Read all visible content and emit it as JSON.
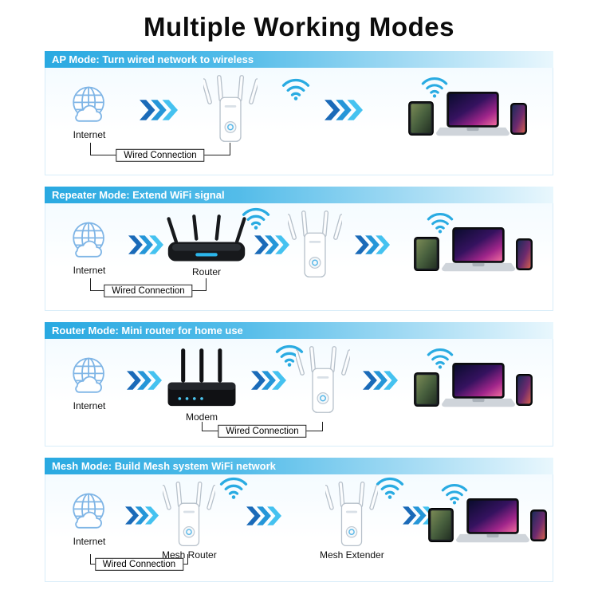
{
  "title": "Multiple Working Modes",
  "colors": {
    "header_gradient_start": "#29a9e1",
    "arrow_dark": "#1a6ab8",
    "arrow_mid": "#2596d8",
    "arrow_light": "#45c2f0",
    "wifi": "#29abe2",
    "globe_stroke": "#7fb5e6",
    "bracket_line": "#222222"
  },
  "icons": {
    "internet": "internet-globe-icon",
    "arrows": "chevron-arrows-icon",
    "wifi": "wifi-signal-icon",
    "extender": "wifi-extender-icon",
    "router": "router-icon",
    "modem": "modem-icon",
    "tablet": "tablet-icon",
    "laptop": "laptop-icon",
    "phone": "smartphone-icon"
  },
  "panels": [
    {
      "header": "AP Mode: Turn wired network to wireless",
      "internet": "Internet",
      "wired": "Wired Connection"
    },
    {
      "header": "Repeater Mode: Extend WiFi signal",
      "internet": "Internet",
      "router": "Router",
      "wired": "Wired Connection"
    },
    {
      "header": "Router Mode: Mini router for home use",
      "internet": "Internet",
      "modem": "Modem",
      "wired": "Wired Connection"
    },
    {
      "header": "Mesh Mode: Build Mesh system WiFi network",
      "internet": "Internet",
      "mesh_router": "Mesh Router",
      "mesh_extender": "Mesh Extender",
      "wired": "Wired Connection"
    }
  ]
}
